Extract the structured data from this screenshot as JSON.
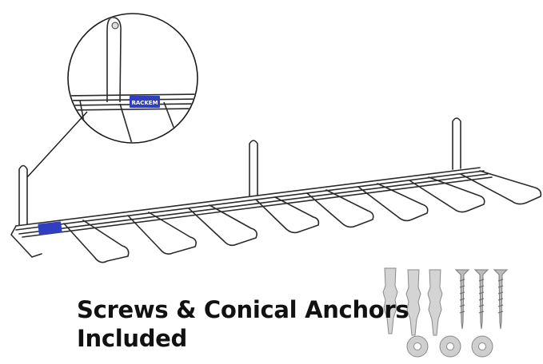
{
  "product": {
    "brand_logo_text": "RACKEM"
  },
  "caption": {
    "line1": "Screws & Conical Anchors",
    "line2": "Included"
  },
  "colors": {
    "wire": "#2a2a2a",
    "tag": "#2f3fbf",
    "caption_text": "#111111",
    "hardware": "#c8c8c8"
  },
  "hardware": {
    "anchors": 3,
    "screws": 3,
    "washers": 3
  }
}
